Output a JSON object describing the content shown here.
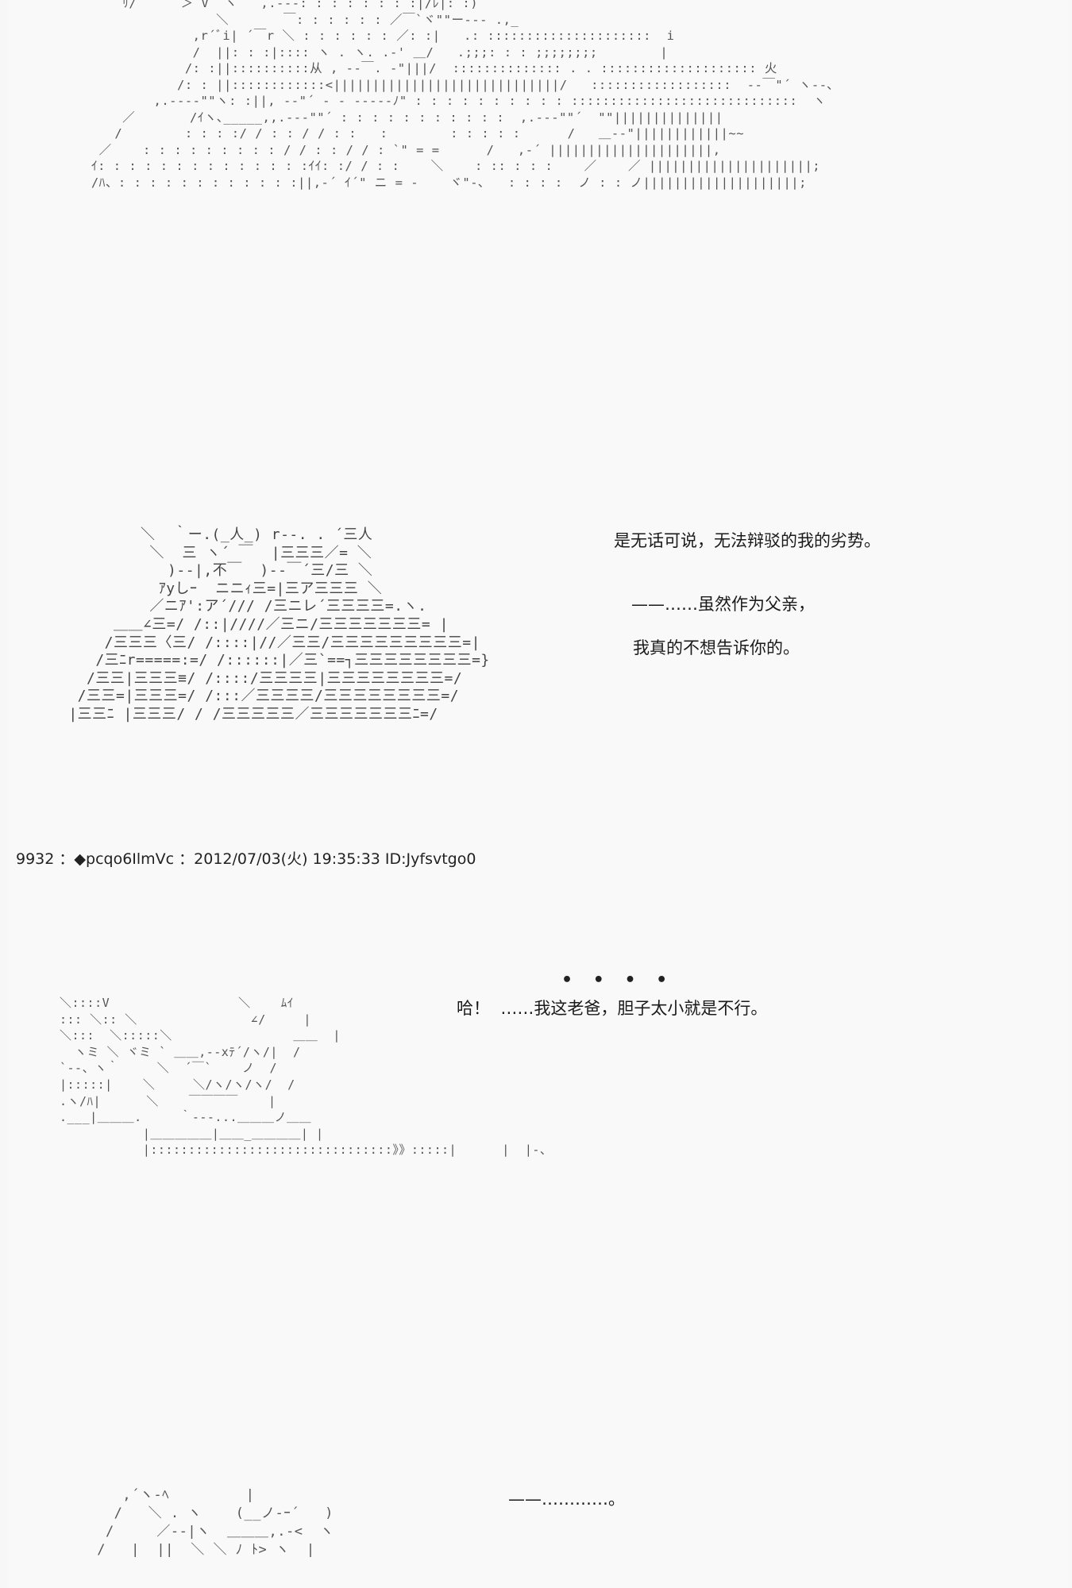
{
  "art": {
    "cat_top": "     ﾘ/  ´￣ ＞ V  ヽ   ,.-‐‐: : : : : : : :|/ﾚ|: :)\n                 ＼       ￣: : : : : : ／￣`ヾ\"\"ー‐-- .,_\n              ,r´ﾞi| ´￣r ＼ : : : : : : ／: :|   .: :::::::::::::::::::::  i\n              /  ||: : :|:::: ヽ . ヽ. .-' ＿/   .;;;: : : ;;;;;;;;        |\n             /: :||::::::::::从 , -‐￣. ‐\"|||/  :::::::::::::: . . :::::::::::::::::::: 火\n            /: : ||::::::::::::<|||||||||||||||||||||||||||||/   ::::::::::::::::::  ‐‐￣\"´ ヽ--､\n         ,.-‐-‐\"\"ヽ: :||, -‐\"´ ‐ ‐ ‐‐‐‐‐ﾉ\" : : : : : : : : : : :::::::::::::::::::::::::::::  ヽ\n     ／       /ｲヽ､_____,,.--‐\"\"´ : : : : : : : : : : :  ,.-‐‐\"\"´  \"\"||||||||||||||\n    /        : : : :/ / : : / / : :   :        : : : : :      /   ＿-‐\"||||||||||||~~\n  ／    : : : : : : : : : / / : : / / : `\" = =      /   ,-´ |||||||||||||||||||||,\n ｲ: : : : : : : : : : : : : :ｲｲ: :/ / : :    ＼    : :: : : :    ／    ／ |||||||||||||||||||||;\n /ﾊ、: : : : : : : : : : : :||,-´ ｲ´\" ニ = -    ヾ\"-､   : : : :  ノ : : ノ||||||||||||||||||||;",
    "cat_mid": "         ＼  ｀ー.(_人_) r‐‐. . ´三人\n          ＼  三 ヽ´ ￣  |三三三／= ＼\n            )‐‐|,不￣  )‐‐￣´三/三 ＼\n           ｱyしｰ  ニニｨ三=|三ア三三三 ＼\n          ／ニｱ':ア´/// /三ニレ´三三三三=.ヽ.\n      ＿＿∠三=/ /::|////／三ニ/三三三三三三三= |\n     /三三三〈三/ /::::|//／三三/三三三三三三三三三=|\n    /三ﾆr=====:=/ /::::::|／三`==┐三三三三三三三三=}\n   /三三|三三三≡/ /::::/三三三三|三三三三三三三三=/\n  /三三=|三三三=/ /:::／三三三三/三三三三三三三三=/\n |三三ﾆ |三三三/ / /三三三三三／三三三三三三三ﾆ=/",
    "cat_low": "＼::::V                 ＼    ﾑｲ\n::: ＼:: ＼               ∠/     |\n＼:::  ＼:::::＼                ＿＿  |\n  ヽミ ＼ ヾミ ` ＿＿,-‐xﾃ´/ヽ/|  /\n`-‐、ヽ｀     ＼  ´￣`    ノ  /\n|:::::|    ＼     ＼/ヽ/ヽ/ヽ/  /\n.ヽ/ﾊ|      ＼    ￣￣￣￣    |\n.___|＿＿＿.     ｀-‐-...＿＿＿ノ＿＿\n           |＿＿＿＿＿|＿＿_＿＿＿＿| |\n           |::::::::::::::::::::::::::::::::》》:::::|      |  |-、",
    "cat_bottom": "      ,´ヽ-ﾍ         |\n     /   ＼ . ヽ    (__ノ-ｰ´   )\n    /     ／-‐|ヽ  ＿＿＿,.-<  ヽ\n   /   |  ||  ＼ ＼ ﾉ ﾄ> ヽ  |"
  },
  "dialogue": {
    "line1": "是无话可说，无法辩驳的我的劣势。",
    "line2": "——……虽然作为父亲，",
    "line3": "我真的不想告诉你的。",
    "line4": "哈！  ……我这老爸，胆子太小就是不行。",
    "emphasis_dots": "• • • •",
    "line5": "——…………。"
  },
  "post": {
    "header": "9932 ：◆pcqo6IlmVc ：2012/07/03(火) 19:35:33 ID:Jyfsvtgo0"
  }
}
